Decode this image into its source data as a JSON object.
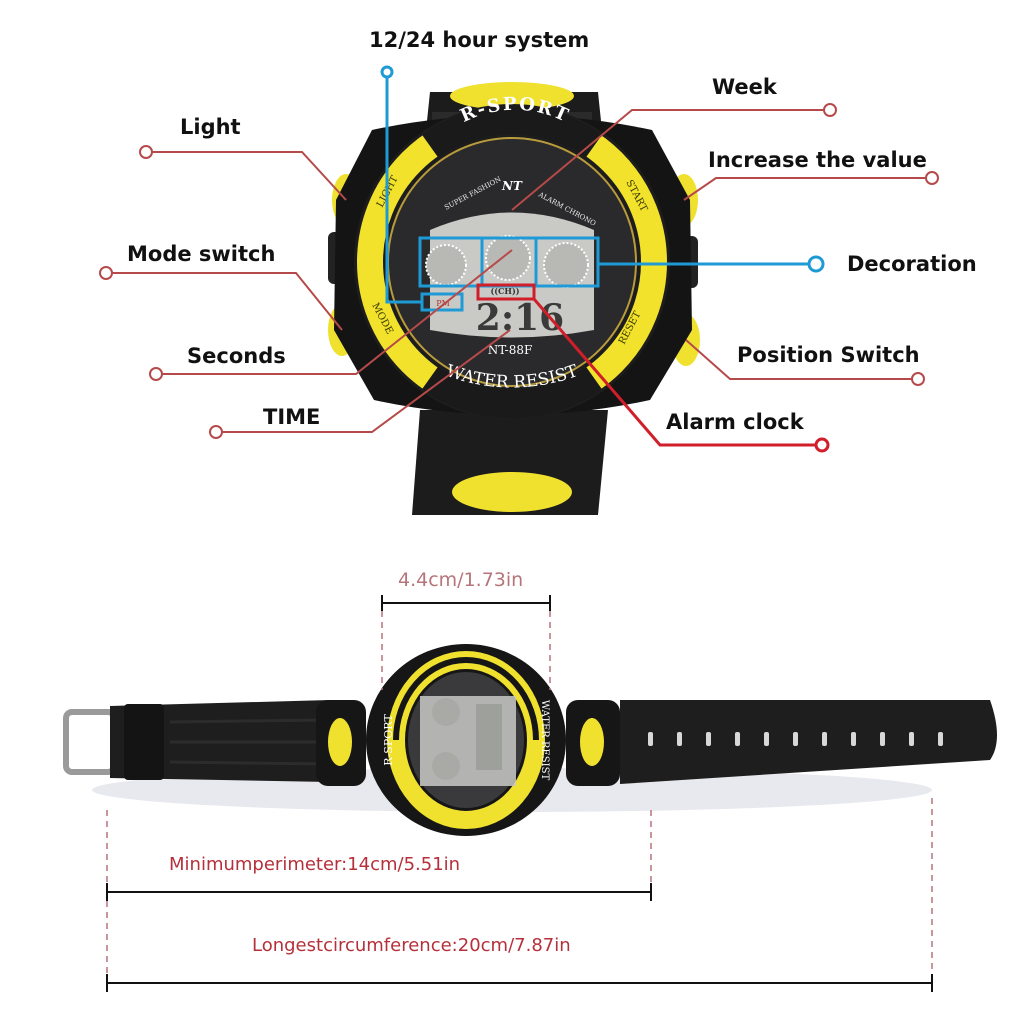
{
  "diagram": {
    "type": "annotated-product-diagram",
    "subject": "digital sports wristwatch",
    "colors": {
      "leader_line": "#b64a4a",
      "leader_line_strong": "#d01f2a",
      "highlight_blue": "#1e9ad6",
      "watch_black": "#1a1a1a",
      "watch_yellow": "#f2e22b",
      "lcd_gray": "#cfd0cc",
      "dimension_text_light": "#b5757a",
      "dimension_text": "#b5303a"
    }
  },
  "callouts": {
    "hour_system": "12/24 hour system",
    "week": "Week",
    "light": "Light",
    "increase_value": "Increase the value",
    "mode_switch": "Mode switch",
    "decoration": "Decoration",
    "seconds": "Seconds",
    "position_switch": "Position Switch",
    "time": "TIME",
    "alarm_clock": "Alarm clock"
  },
  "watch_face": {
    "brand": "R-SPORT",
    "logo": "NT",
    "ring_text_left": "SUPER FASHION",
    "ring_text_right": "ALARM CHRONO",
    "model": "NT-88F",
    "bezel_text": "WATER RESIST",
    "buttons": {
      "top_left": "LIGHT",
      "bottom_left": "MODE",
      "top_right": "START",
      "bottom_right": "RESET"
    },
    "lcd": {
      "am_pm": "PM",
      "chime": "((CH))",
      "digits": "2:16"
    }
  },
  "dimensions": {
    "case_width": "4.4cm/1.73in",
    "min_perimeter": "Minimumperimeter:14cm/5.51in",
    "max_circumference": "Longestcircumference:20cm/7.87in"
  }
}
